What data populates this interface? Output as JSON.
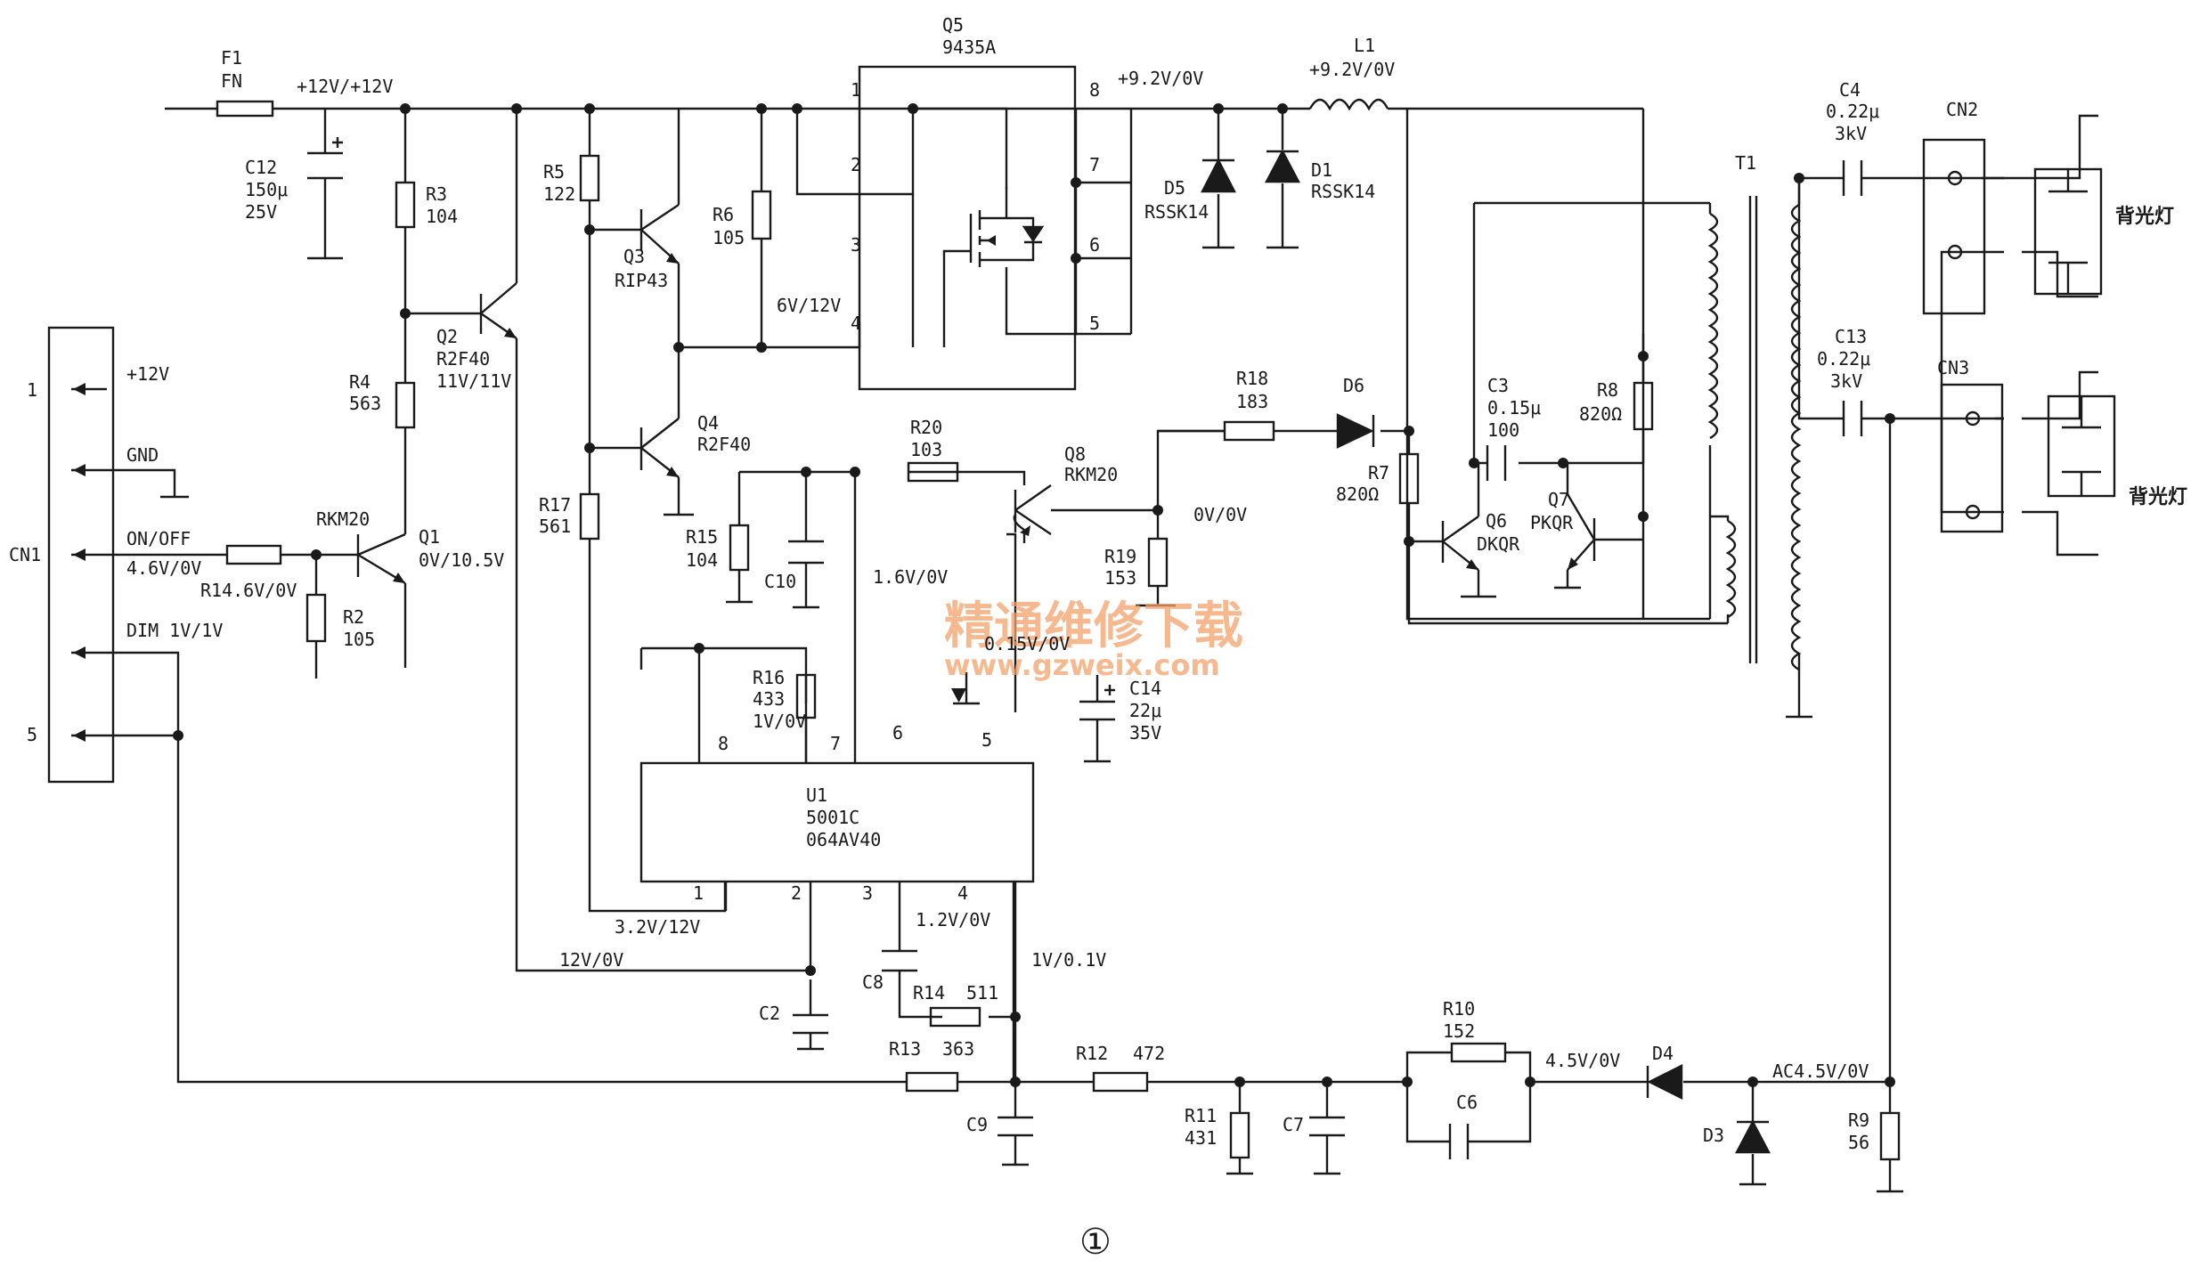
{
  "figure_number": "①",
  "watermark": {
    "text": "精通维修下载",
    "url": "www.gzweix.com"
  },
  "connectors": {
    "CN1": {
      "label": "CN1",
      "pin1": "1",
      "pin5": "5",
      "sig1": "+12V",
      "sig2": "GND",
      "sig3a": "ON/OFF",
      "sig3b": "4.6V/0V",
      "sig4": "DIM 1V/1V"
    },
    "CN2": "CN2",
    "CN3": "CN3"
  },
  "backlight": "背光灯",
  "nets": {
    "n12v": "+12V/+12V",
    "n92v": "+9.2V/0V",
    "n92v_l1": "+9.2V/0V",
    "n6v12v": "6V/12V",
    "n16v": "1.6V/0V",
    "n015v": "0.15V/0V",
    "n0v0v": "0V/0V",
    "n32v": "3.2V/12V",
    "n12v0v": "12V/0V",
    "n12v_0v": "1.2V/0V",
    "n1v01": "1V/0.1V",
    "n45v": "4.5V/0V",
    "nac45": "AC4.5V/0V"
  },
  "components": {
    "F1": {
      "ref": "F1",
      "val": "FN"
    },
    "C12": {
      "ref": "C12",
      "val1": "150μ",
      "val2": "25V"
    },
    "R3": {
      "ref": "R3",
      "val": "104"
    },
    "R4": {
      "ref": "R4",
      "val": "563"
    },
    "Q2": {
      "ref": "Q2",
      "val1": "R2F40",
      "val2": "11V/11V"
    },
    "Q1": {
      "ref": "Q1",
      "type": "RKM20",
      "val": "0V/10.5V"
    },
    "R14a": {
      "ref": "R14.6V/0V"
    },
    "R2": {
      "ref": "R2",
      "val": "105"
    },
    "R5": {
      "ref": "R5",
      "val": "122"
    },
    "Q3": {
      "ref": "Q3",
      "val": "RIP43"
    },
    "R6": {
      "ref": "R6",
      "val": "105"
    },
    "Q5": {
      "ref": "Q5",
      "val": "9435A",
      "p1": "1",
      "p2": "2",
      "p3": "3",
      "p4": "4",
      "p5": "5",
      "p6": "6",
      "p7": "7",
      "p8": "8"
    },
    "Q4": {
      "ref": "Q4",
      "val": "R2F40"
    },
    "R17": {
      "ref": "R17",
      "val": "561"
    },
    "R15": {
      "ref": "R15",
      "val": "104"
    },
    "C10": {
      "ref": "C10"
    },
    "R20": {
      "ref": "R20",
      "val": "103"
    },
    "Q8": {
      "ref": "Q8",
      "val": "RKM20"
    },
    "R19": {
      "ref": "R19",
      "val": "153"
    },
    "C14": {
      "ref": "C14",
      "val1": "22μ",
      "val2": "35V"
    },
    "R16": {
      "ref": "R16",
      "val1": "433",
      "val2": "1V/0V"
    },
    "U1": {
      "ref": "U1",
      "val1": "5001C",
      "val2": "064AV40",
      "p1": "1",
      "p2": "2",
      "p3": "3",
      "p4": "4",
      "p5": "5",
      "p6": "6",
      "p7": "7",
      "p8": "8"
    },
    "D5": {
      "ref": "D5",
      "val": "RSSK14"
    },
    "D1": {
      "ref": "D1",
      "val": "RSSK14"
    },
    "L1": {
      "ref": "L1"
    },
    "R18": {
      "ref": "R18",
      "val": "183"
    },
    "D6": {
      "ref": "D6"
    },
    "R7": {
      "ref": "R7",
      "val": "820Ω"
    },
    "C3": {
      "ref": "C3",
      "val1": "0.15μ",
      "val2": "100"
    },
    "R8": {
      "ref": "R8",
      "val": "820Ω"
    },
    "Q6": {
      "ref": "Q6",
      "val": "DKQR"
    },
    "Q7": {
      "ref": "Q7",
      "val": "PKQR"
    },
    "T1": {
      "ref": "T1"
    },
    "C4": {
      "ref": "C4",
      "val1": "0.22μ",
      "val2": "3kV"
    },
    "C13": {
      "ref": "C13",
      "val1": "0.22μ",
      "val2": "3kV"
    },
    "C2": {
      "ref": "C2"
    },
    "C8": {
      "ref": "C8"
    },
    "R14": {
      "ref": "R14",
      "val": "511"
    },
    "R13": {
      "ref": "R13",
      "val": "363"
    },
    "C9": {
      "ref": "C9"
    },
    "R12": {
      "ref": "R12",
      "val": "472"
    },
    "R11": {
      "ref": "R11",
      "val": "431"
    },
    "C7": {
      "ref": "C7"
    },
    "R10": {
      "ref": "R10",
      "val": "152"
    },
    "C6": {
      "ref": "C6"
    },
    "D4": {
      "ref": "D4"
    },
    "D3": {
      "ref": "D3"
    },
    "R9": {
      "ref": "R9",
      "val": "56"
    }
  }
}
